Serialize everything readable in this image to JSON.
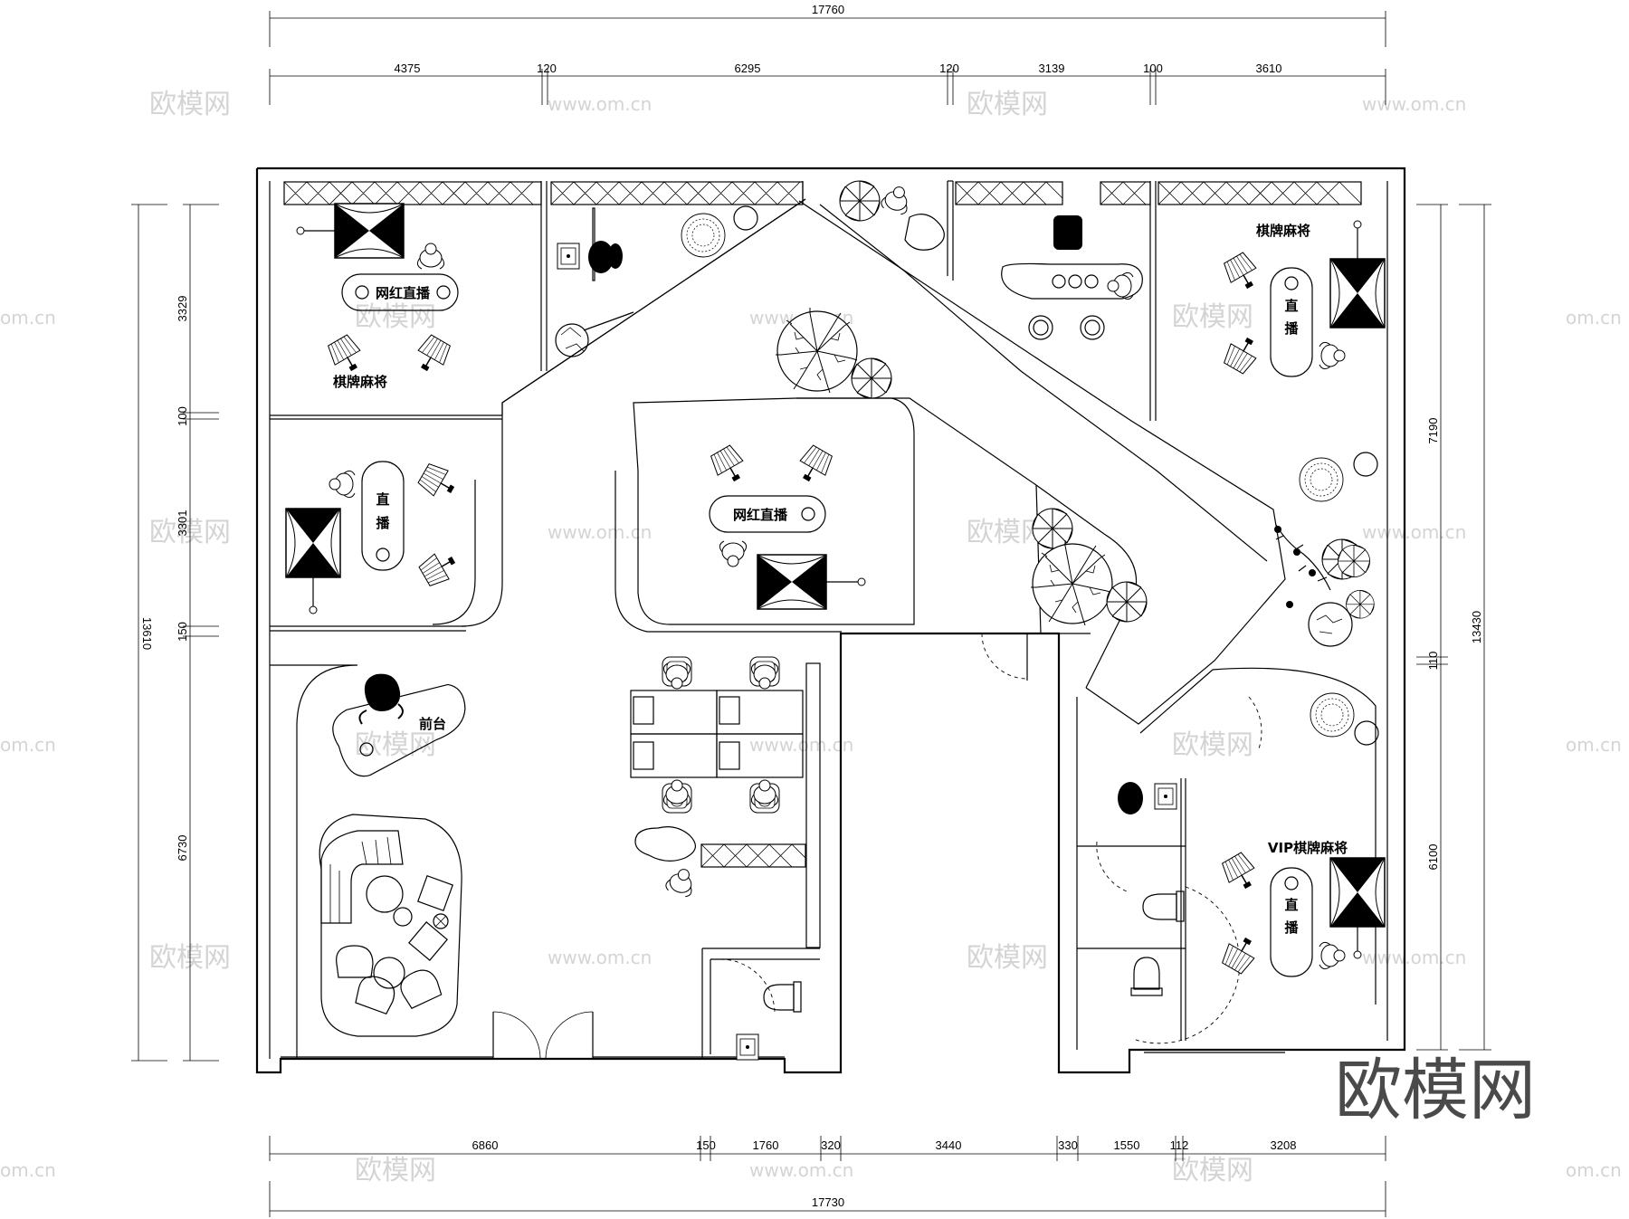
{
  "dimensions": {
    "top_total": "17760",
    "top_segments": [
      "4375",
      "120",
      "6295",
      "120",
      "3139",
      "100",
      "3610"
    ],
    "bottom_total": "17730",
    "bottom_segments": [
      "6860",
      "150",
      "1760",
      "320",
      "3440",
      "330",
      "1550",
      "112",
      "3208"
    ],
    "left_total": "13610",
    "left_segments": [
      "3329",
      "100",
      "3301",
      "150",
      "6730"
    ],
    "right_total": "13430",
    "right_segments": [
      "7190",
      "110",
      "6100"
    ]
  },
  "rooms": {
    "top_left_live": "网红直播",
    "top_left_game": "棋牌麻将",
    "left_mid_live_1": "直",
    "left_mid_live_2": "播",
    "center_live": "网红直播",
    "reception": "前台",
    "right_top_game": "棋牌麻将",
    "right_top_live_1": "直",
    "right_top_live_2": "播",
    "vip_game": "VIP棋牌麻将",
    "vip_live_1": "直",
    "vip_live_2": "播"
  },
  "watermark": {
    "logo_text": "欧模网",
    "url_text": "www.om.cn",
    "url_short": "om.cn"
  },
  "colors": {
    "line": "#000000",
    "watermark": "#d4d4d4",
    "logo": "#4a4a4a"
  }
}
